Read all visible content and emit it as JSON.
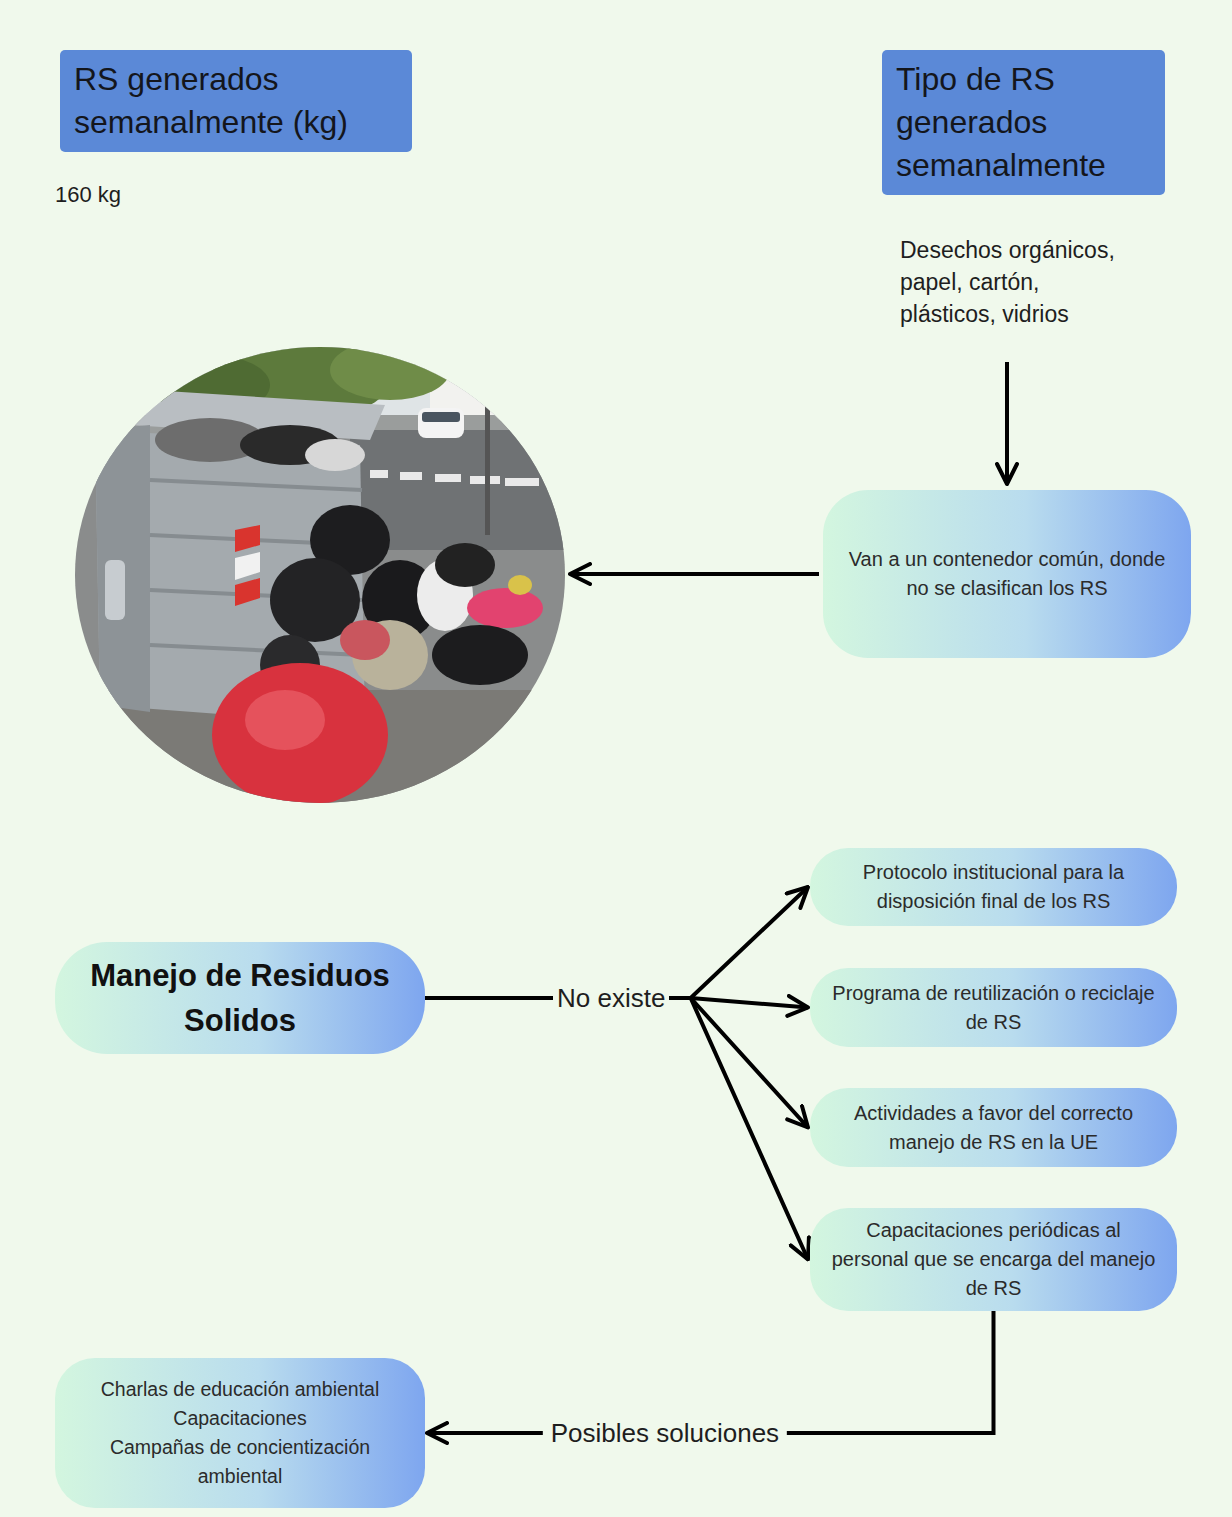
{
  "diagram": {
    "nodes": [
      {
        "text": [
          "RS generados semanalmente (kg)"
        ]
      },
      {
        "text": [
          "Tipo de RS generados semanalmente"
        ]
      },
      {
        "text": [
          "Van a un contenedor común, donde no se clasifican los RS"
        ]
      },
      {
        "text": [
          "Manejo de Residuos Solidos"
        ]
      },
      {
        "text": [
          "Protocolo institucional para la disposición final de los RS"
        ]
      },
      {
        "text": [
          "Programa de reutilización o reciclaje de RS"
        ]
      },
      {
        "text": [
          "Actividades a favor del correcto manejo de RS en la UE"
        ]
      },
      {
        "text": [
          "Capacitaciones periódicas al personal que se encarga del manejo de RS"
        ]
      },
      {
        "text": [
          "Charlas de educación ambiental",
          "Capacitaciones",
          "Campañas de concientización ambiental"
        ]
      }
    ],
    "edges": [
      {
        "from": 3,
        "to": 4,
        "arrow": "to"
      },
      {
        "from": 3,
        "to": 5,
        "arrow": "to"
      },
      {
        "from": 3,
        "to": 6,
        "arrow": "to"
      },
      {
        "from": 3,
        "to": 7,
        "arrow": "to"
      },
      {
        "from": 7,
        "to": 8,
        "label": "Posibles soluciones",
        "arrow": "to"
      }
    ],
    "labels": [
      "160 kg",
      "Desechos orgánicos, papel, cartón, plásticos, vidrios",
      "No existe"
    ]
  }
}
